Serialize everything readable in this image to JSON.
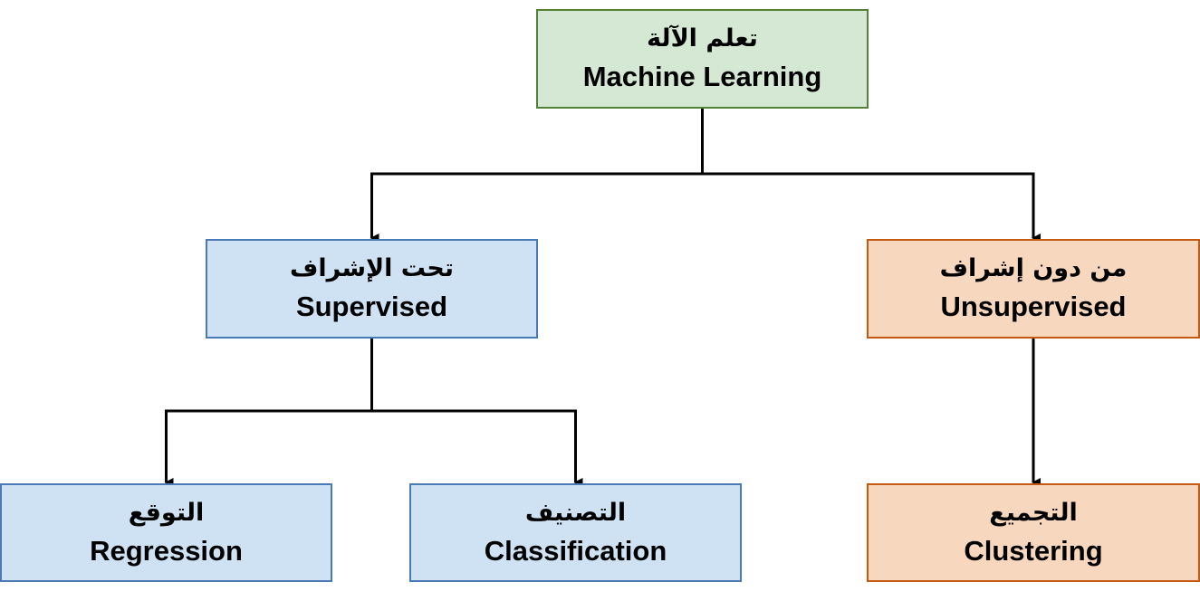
{
  "colors": {
    "green_fill": "#d5e8d4",
    "green_border": "#538135",
    "blue_fill": "#cfe2f3",
    "blue_border": "#4a7ab5",
    "orange_fill": "#f8d7bf",
    "orange_border": "#c65911",
    "line": "#000000"
  },
  "nodes": {
    "root": {
      "ar": "تعلم الآلة",
      "en": "Machine Learning",
      "color": "green"
    },
    "supervised": {
      "ar": "تحت الإشراف",
      "en": "Supervised",
      "color": "blue"
    },
    "unsupervised": {
      "ar": "من دون إشراف",
      "en": "Unsupervised",
      "color": "orange"
    },
    "regression": {
      "ar": "التوقع",
      "en": "Regression",
      "color": "blue"
    },
    "classification": {
      "ar": "التصنيف",
      "en": "Classification",
      "color": "blue"
    },
    "clustering": {
      "ar": "التجميع",
      "en": "Clustering",
      "color": "orange"
    }
  },
  "edges": [
    {
      "from": "root",
      "to": "supervised"
    },
    {
      "from": "root",
      "to": "unsupervised"
    },
    {
      "from": "supervised",
      "to": "regression"
    },
    {
      "from": "supervised",
      "to": "classification"
    },
    {
      "from": "unsupervised",
      "to": "clustering"
    }
  ]
}
